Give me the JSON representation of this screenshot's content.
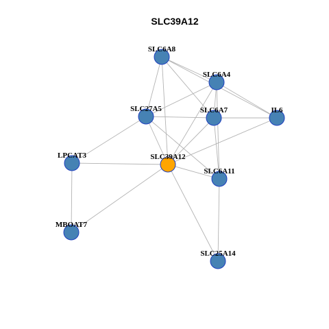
{
  "title": "SLC39A12",
  "colors": {
    "hub": "#FFA500",
    "node": "#4682B4",
    "node_border": "#1F3FBF",
    "edge": "#B3B3B3"
  },
  "nodes": [
    {
      "id": "SLC6A8",
      "label": "SLC6A8",
      "type": "node"
    },
    {
      "id": "SLC6A4",
      "label": "SLC6A4",
      "type": "node"
    },
    {
      "id": "SLC27A5",
      "label": "SLC27A5",
      "type": "node"
    },
    {
      "id": "SLC6A7",
      "label": "SLC6A7",
      "type": "node"
    },
    {
      "id": "IL6",
      "label": "IL6",
      "type": "node"
    },
    {
      "id": "LPCAT3",
      "label": "LPCAT3",
      "type": "node"
    },
    {
      "id": "SLC39A12",
      "label": "SLC39A12",
      "type": "hub"
    },
    {
      "id": "SLC6A11",
      "label": "SLC6A11",
      "type": "node"
    },
    {
      "id": "MBOAT7",
      "label": "MBOAT7",
      "type": "node"
    },
    {
      "id": "SLC25A14",
      "label": "SLC25A14",
      "type": "node"
    }
  ],
  "edges": [
    [
      "SLC6A8",
      "SLC6A4"
    ],
    [
      "SLC6A8",
      "SLC27A5"
    ],
    [
      "SLC6A8",
      "SLC6A7"
    ],
    [
      "SLC6A8",
      "SLC39A12"
    ],
    [
      "SLC6A8",
      "IL6"
    ],
    [
      "SLC6A4",
      "SLC27A5"
    ],
    [
      "SLC6A4",
      "SLC6A7"
    ],
    [
      "SLC6A4",
      "SLC39A12"
    ],
    [
      "SLC6A4",
      "SLC6A11"
    ],
    [
      "SLC6A4",
      "IL6"
    ],
    [
      "SLC27A5",
      "SLC6A7"
    ],
    [
      "SLC27A5",
      "SLC39A12"
    ],
    [
      "SLC27A5",
      "LPCAT3"
    ],
    [
      "SLC27A5",
      "SLC6A11"
    ],
    [
      "SLC6A7",
      "IL6"
    ],
    [
      "SLC6A7",
      "SLC39A12"
    ],
    [
      "SLC6A7",
      "SLC6A11"
    ],
    [
      "IL6",
      "SLC39A12"
    ],
    [
      "LPCAT3",
      "SLC39A12"
    ],
    [
      "LPCAT3",
      "MBOAT7"
    ],
    [
      "SLC39A12",
      "SLC6A11"
    ],
    [
      "SLC39A12",
      "MBOAT7"
    ],
    [
      "SLC39A12",
      "SLC25A14"
    ],
    [
      "SLC6A11",
      "SLC25A14"
    ]
  ]
}
